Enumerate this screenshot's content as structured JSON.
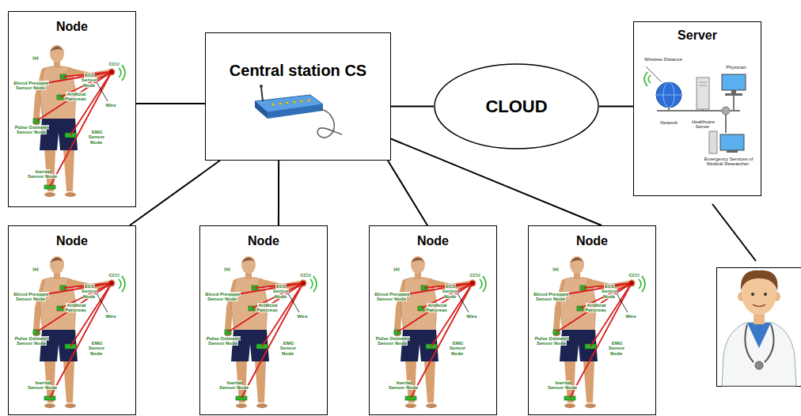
{
  "diagram": {
    "nodes": [
      {
        "text": [
          "Node"
        ]
      },
      {
        "text": [
          "Central station CS"
        ]
      },
      {
        "text": [
          "CLOUD"
        ]
      },
      {
        "text": [
          "Server"
        ]
      },
      {
        "text": [
          "Node"
        ]
      },
      {
        "text": [
          "Node"
        ]
      },
      {
        "text": [
          "Node"
        ]
      },
      {
        "text": [
          "Node"
        ]
      }
    ],
    "edges": [
      {
        "from": 0,
        "to": 1,
        "arrow": "none"
      },
      {
        "from": 1,
        "to": 2,
        "arrow": "none"
      },
      {
        "from": 2,
        "to": 3,
        "arrow": "none"
      },
      {
        "from": 1,
        "to": 4,
        "arrow": "none"
      },
      {
        "from": 1,
        "to": 5,
        "arrow": "none"
      },
      {
        "from": 1,
        "to": 6,
        "arrow": "none"
      },
      {
        "from": 1,
        "to": 7,
        "arrow": "none"
      }
    ],
    "labels": [
      "(a)",
      "ECG Sensor Node",
      "CCU",
      "Blood Pressure Sensor Node",
      "Artificial Pancreas",
      "Wire",
      "Pulse Oximetry Sensor Node",
      "EMG Sensor Node",
      "Inertial Sensor Node",
      "Wireless Distance",
      "Physician",
      "Network",
      "Healthcare Server",
      "Emergency Services of Medical Researcher",
      "(a)",
      "ECG Sensor Node",
      "CCU",
      "Blood Pressure Sensor Node",
      "Artificial Pancreas",
      "Wire",
      "Pulse Oximetry Sensor Node",
      "EMG Sensor Node",
      "Inertial Sensor Node",
      "(a)",
      "ECG Sensor Node",
      "CCU",
      "Blood Pressure Sensor Node",
      "Artificial Pancreas",
      "Wire",
      "Pulse Oximetry Sensor Node",
      "EMG Sensor Node",
      "Inertial Sensor Node",
      "(a)",
      "ECG Sensor Node",
      "CCU",
      "Blood Pressure Sensor Node",
      "Artificial Pancreas",
      "Wire",
      "Pulse Oximetry Sensor Node",
      "EMG Sensor Node",
      "Inertial Sensor Node",
      "(a)",
      "ECG Sensor Node",
      "CCU",
      "Blood Pressure Sensor Node",
      "Artificial Pancreas",
      "Wire",
      "Pulse Oximetry Sensor Node",
      "EMG Sensor Node",
      "Inertial Sensor Node"
    ]
  }
}
